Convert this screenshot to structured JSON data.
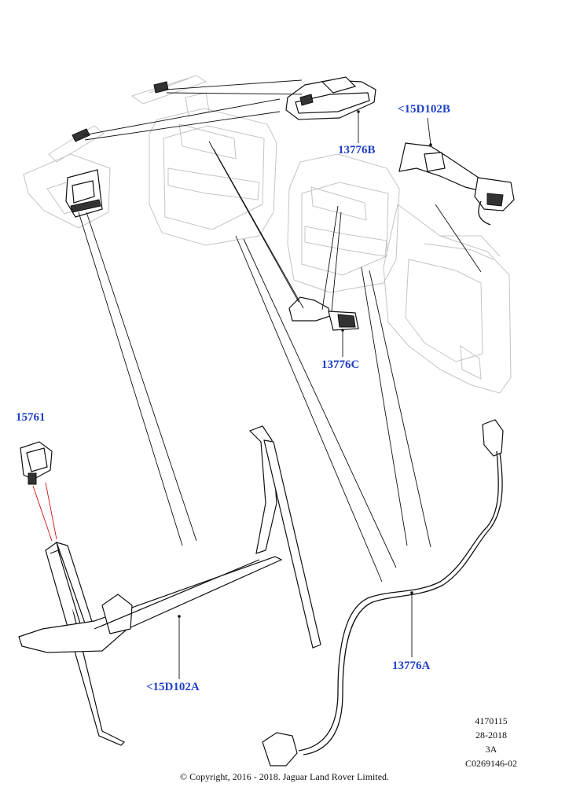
{
  "callouts": {
    "b13776B": "13776B",
    "b15D102B": "<15D102B",
    "b13776C": "13776C",
    "b15761": "15761",
    "b15D102A": "<15D102A",
    "b13776A": "13776A"
  },
  "meta": {
    "ref": "4170115",
    "date": "28-2018",
    "rev": "3A",
    "code": "C0269146-02"
  },
  "copyright": "© Copyright, 2016 - 2018. Jaguar Land Rover Limited.",
  "colors": {
    "callout": "#1f3fc7",
    "ghost": "#c4c4c4",
    "leader_red": "#d01010"
  }
}
